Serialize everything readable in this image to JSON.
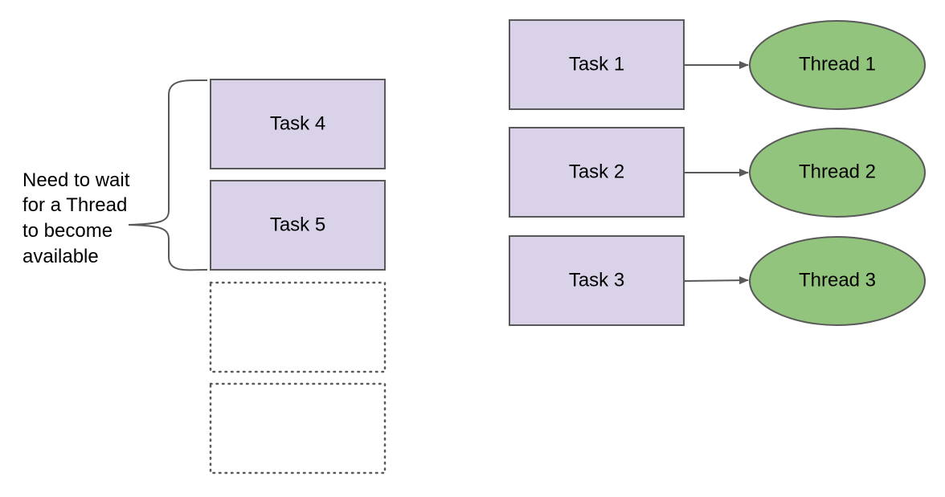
{
  "colors": {
    "task_fill": "#d9d2e9",
    "task_stroke": "#595959",
    "thread_fill": "#93c47d",
    "thread_stroke": "#595959",
    "arrow": "#595959",
    "placeholder_stroke": "#595959"
  },
  "running": [
    {
      "task": "Task 1",
      "thread": "Thread 1"
    },
    {
      "task": "Task 2",
      "thread": "Thread 2"
    },
    {
      "task": "Task 3",
      "thread": "Thread 3"
    }
  ],
  "queue": {
    "tasks": [
      "Task 4",
      "Task 5"
    ],
    "empty_slots": 2,
    "note_lines": [
      "Need to wait",
      "for a Thread",
      "to become",
      "available"
    ]
  }
}
